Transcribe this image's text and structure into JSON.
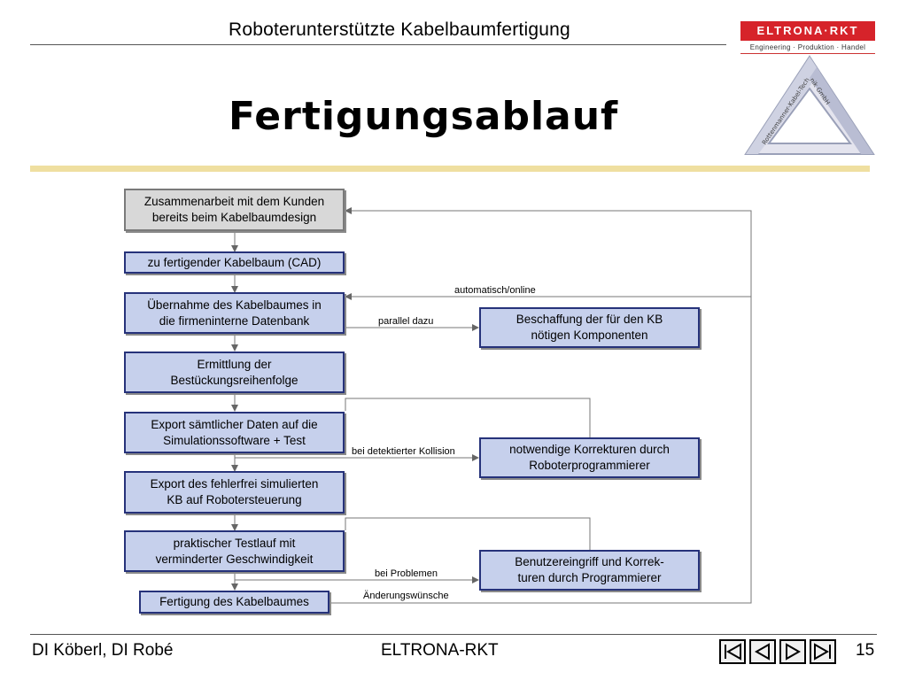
{
  "header": {
    "title": "Roboterunterstützte Kabelbaumfertigung",
    "logo_name": "ELTRONA·RKT",
    "logo_tagline": "Engineering · Produktion · Handel",
    "logo_ring_text": "Rottenmanner-Kabel-Technik GmbH"
  },
  "slide_title": "Fertigungsablauf",
  "flow": {
    "steps": [
      "Zusammenarbeit mit dem Kunden\nbereits beim Kabelbaumdesign",
      "zu fertigender Kabelbaum (CAD)",
      "Übernahme des Kabelbaumes in\ndie firmeninterne Datenbank",
      "Ermittlung der\nBestückungsreihenfolge",
      "Export sämtlicher Daten auf die\nSimulationssoftware + Test",
      "Export des fehlerfrei simulierten\nKB auf Robotersteuerung",
      "praktischer Testlauf mit\nverminderter Geschwindigkeit",
      "Fertigung des Kabelbaumes"
    ],
    "side_boxes": [
      "Beschaffung der für den KB\nnötigen Komponenten",
      "notwendige Korrekturen durch\nRoboterprogrammierer",
      "Benutzereingriff und Korrek-\nturen durch Programmierer"
    ],
    "labels": {
      "automatic": "automatisch/online",
      "parallel": "parallel dazu",
      "collision": "bei detektierter Kollision",
      "problems": "bei Problemen",
      "changes": "Änderungswünsche"
    }
  },
  "footer": {
    "authors": "DI Köberl, DI Robé",
    "company": "ELTRONA-RKT",
    "page": "15"
  },
  "colors": {
    "box_fill": "#c6d0ec",
    "box_border": "#26327a",
    "logo_red": "#d6232a",
    "title_rule": "#efdfa0"
  }
}
